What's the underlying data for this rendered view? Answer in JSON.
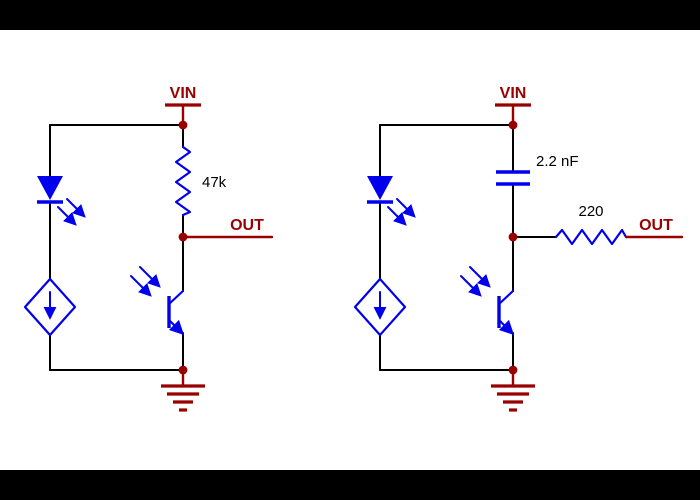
{
  "colors": {
    "net": "#990000",
    "component": "#0000ee",
    "wire": "#000000",
    "value": "#000000",
    "letterbox": "#000000"
  },
  "left_circuit": {
    "vin_label": "VIN",
    "out_label": "OUT",
    "resistor_value": "47k"
  },
  "right_circuit": {
    "vin_label": "VIN",
    "out_label": "OUT",
    "capacitor_value": "2.2 nF",
    "resistor_value": "220"
  }
}
